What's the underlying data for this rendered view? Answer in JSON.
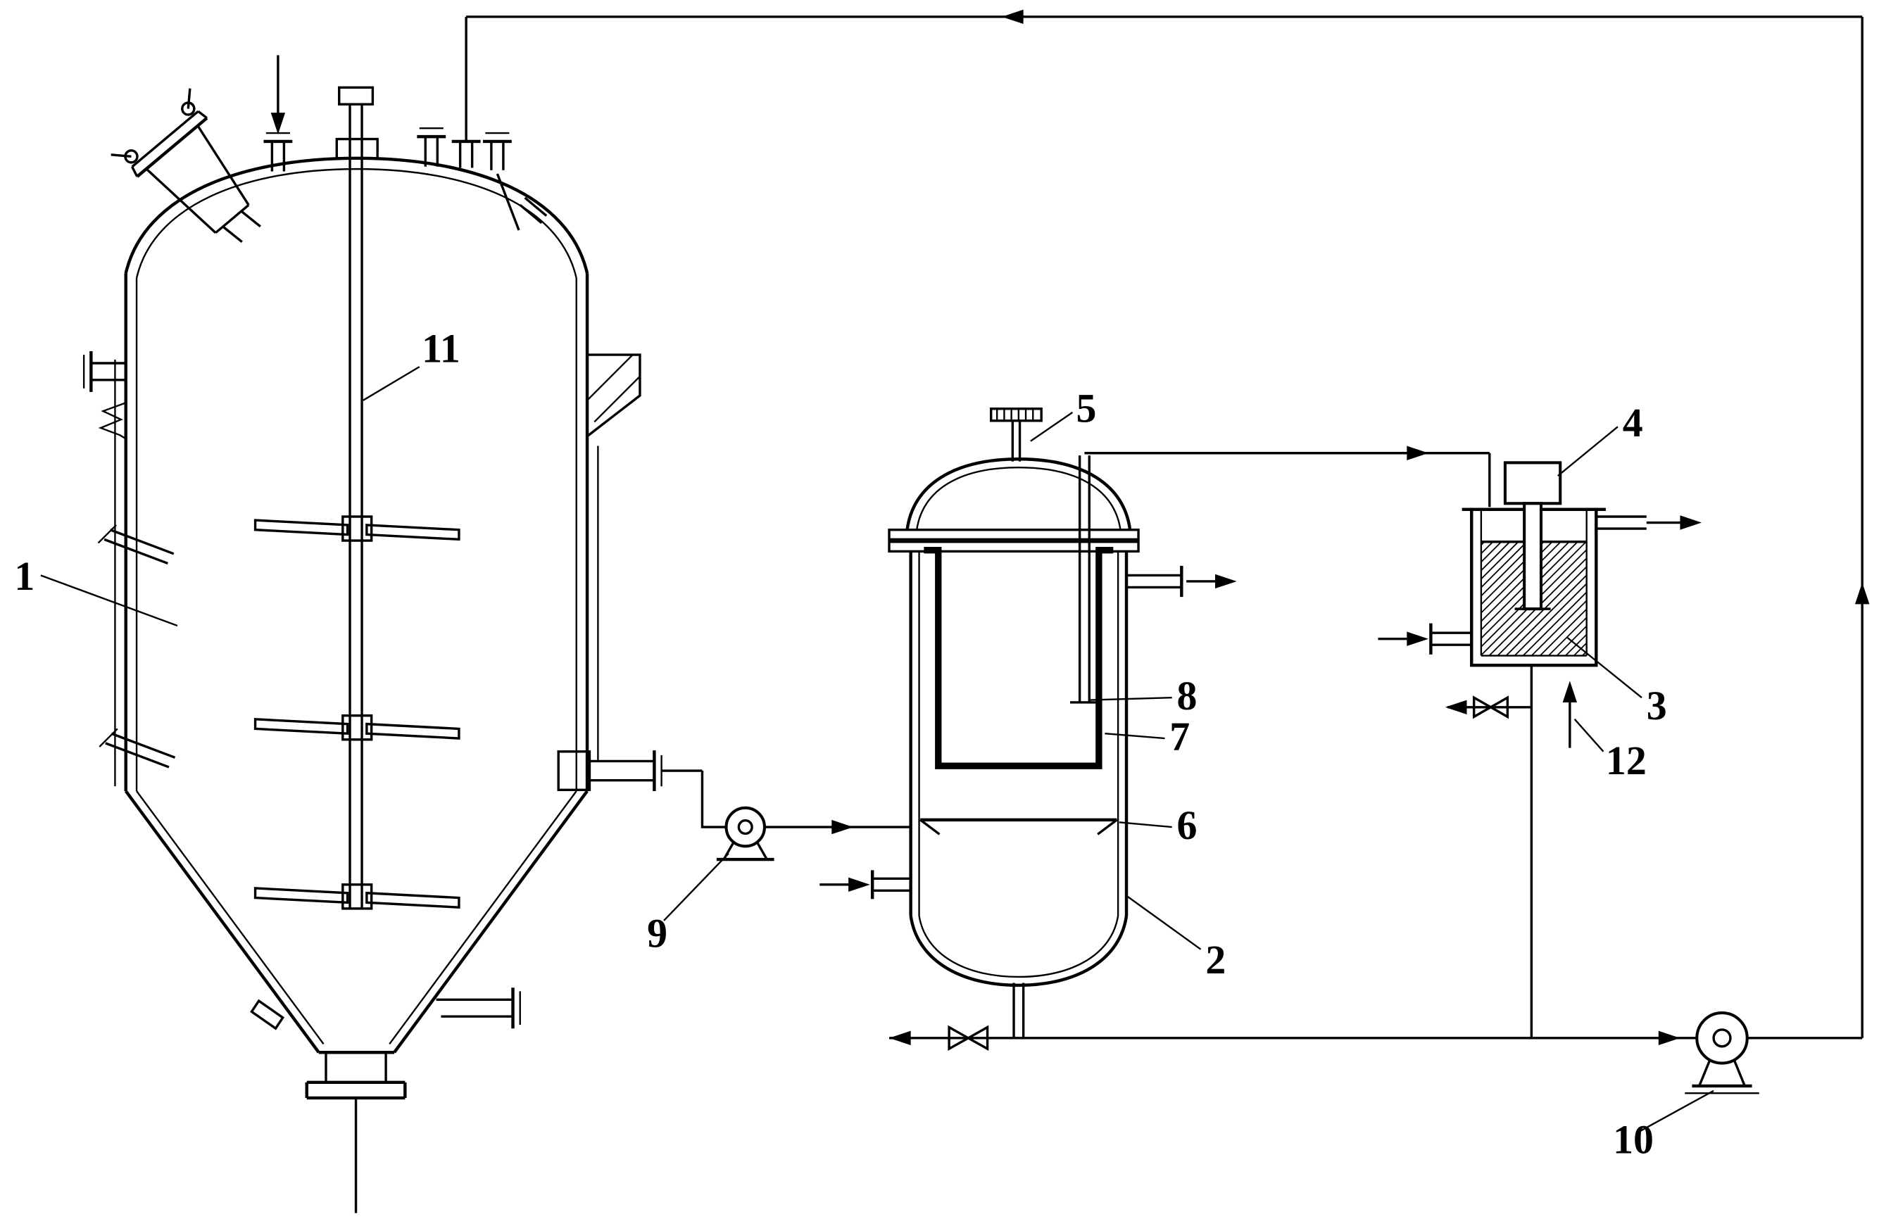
{
  "figure": {
    "type": "process-equipment-line-diagram",
    "background_color": "#ffffff",
    "line_color": "#000000",
    "hatch_color": "#000000"
  },
  "labels": {
    "l1": "1",
    "l2": "2",
    "l3": "3",
    "l4": "4",
    "l5": "5",
    "l6": "6",
    "l7": "7",
    "l8": "8",
    "l9": "9",
    "l10": "10",
    "l11": "11",
    "l12": "12"
  },
  "components": {
    "1": "jacketed-reactor-vessel",
    "2": "filter-vessel-shell",
    "3": "slurry-tank",
    "4": "agitator-motor",
    "5": "top-hand-valve",
    "6": "support-plate",
    "7": "filter-basket",
    "8": "dip-tube",
    "9": "transfer-pump",
    "10": "circulation-pump",
    "11": "agitator-shaft",
    "12": "gas-inlet-arrow"
  }
}
